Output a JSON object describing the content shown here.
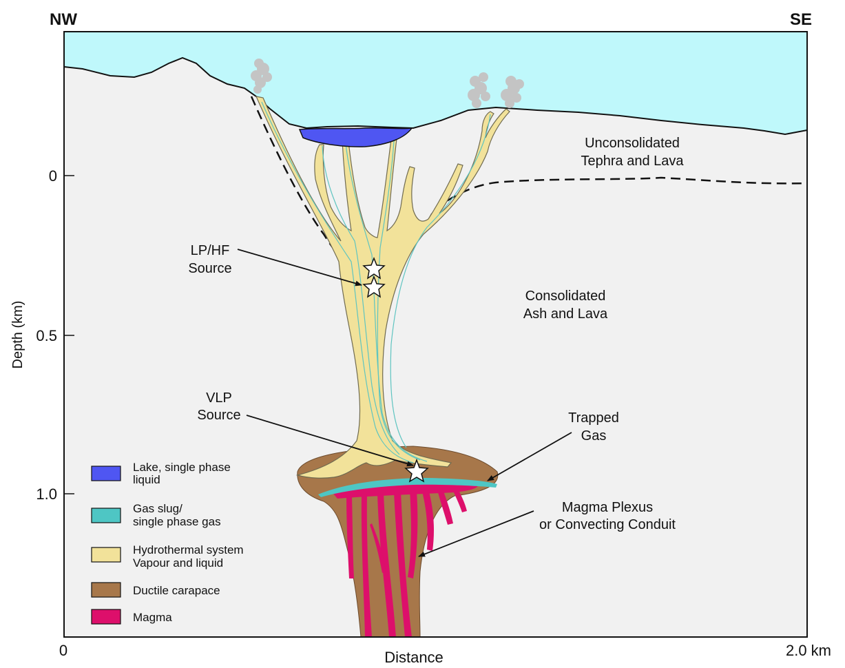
{
  "orientation": {
    "left": "NW",
    "right": "SE"
  },
  "axes": {
    "y_label": "Depth (km)",
    "y_ticks": [
      "0",
      "0.5",
      "1.0"
    ],
    "x_label": "Distance",
    "x_start": "0",
    "x_end": "2.0 km"
  },
  "annotations": {
    "unconsolidated_1": "Unconsolidated",
    "unconsolidated_2": "Tephra and Lava",
    "consolidated_1": "Consolidated",
    "consolidated_2": "Ash and Lava",
    "lphf_1": "LP/HF",
    "lphf_2": "Source",
    "vlp_1": "VLP",
    "vlp_2": "Source",
    "trapped_1": "Trapped",
    "trapped_2": "Gas",
    "magma_plexus_1": "Magma Plexus",
    "magma_plexus_2": "or Convecting Conduit"
  },
  "legend": [
    {
      "line1": "Lake, single phase",
      "line2": "liquid",
      "color": "#4f56f2"
    },
    {
      "line1": "Gas slug/",
      "line2": "single phase gas",
      "color": "#4ec6c4"
    },
    {
      "line1": "Hydrothermal system",
      "line2": "Vapour and liquid",
      "color": "#f2e29a"
    },
    {
      "line1": "Ductile carapace",
      "line2": "",
      "color": "#a7774a"
    },
    {
      "line1": "Magma",
      "line2": "",
      "color": "#dd0f6b"
    }
  ],
  "colors": {
    "sky": "#bff8fb",
    "ground": "#f1f1f1",
    "lake": "#4f56f2",
    "gas": "#4ec6c4",
    "hydrothermal": "#f2e29a",
    "carapace": "#a7774a",
    "magma": "#dd0f6b",
    "plume": "#c4c4c4"
  }
}
